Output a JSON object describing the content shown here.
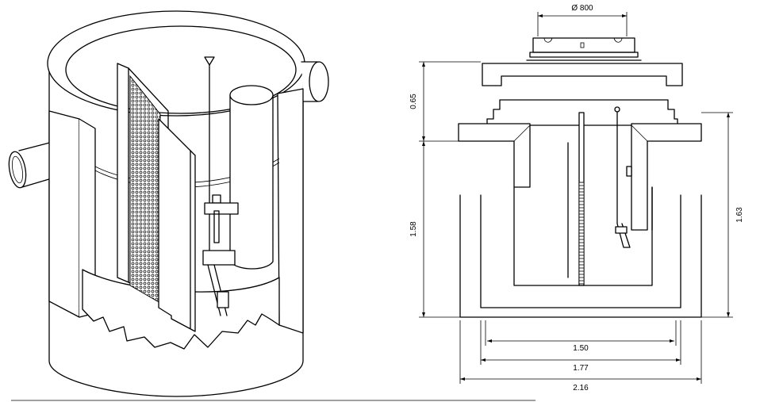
{
  "diameter_label": "Ø 800",
  "dims": {
    "d065": "0.65",
    "d158": "1.58",
    "d163": "1.63",
    "w150": "1.50",
    "w177": "1.77",
    "w216": "2.16"
  }
}
